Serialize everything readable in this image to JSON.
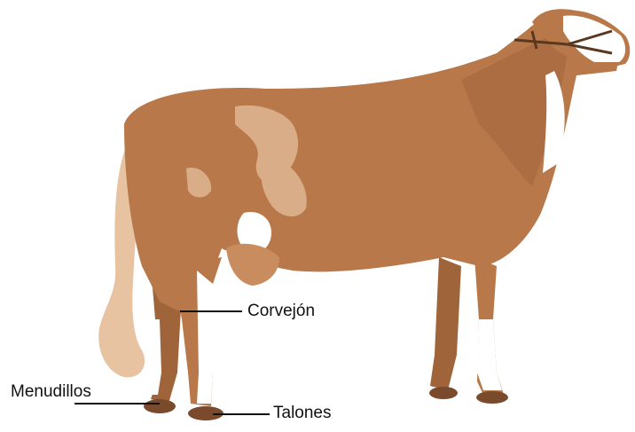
{
  "labels": {
    "hock": "Corvejón",
    "fetlocks": "Menudillos",
    "heels": "Talones"
  },
  "colors": {
    "coat": "#b8784a",
    "coat_dark": "#a0643a",
    "coat_light": "#d9ad88",
    "pale_patch": "#e7c3a2",
    "white": "#ffffff",
    "hoof": "#7a4a2c",
    "halter": "#5a3820",
    "line": "#111111"
  }
}
